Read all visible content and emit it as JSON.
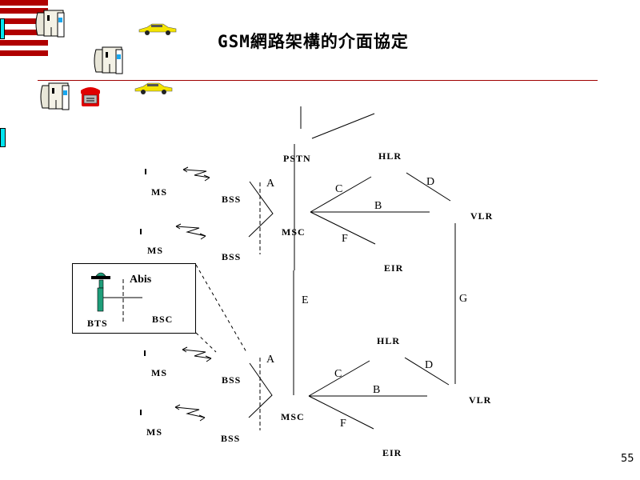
{
  "slide": {
    "title": "GSM網路架構的介面協定",
    "page_number": "55",
    "colors": {
      "accent_red": "#b00000",
      "divider": "#a00000",
      "taxi": "#f4e400",
      "phone": "#e00000",
      "tower": "#1e9e7a",
      "cyan": "#00e5f0"
    }
  },
  "decor": {
    "icons": [
      "computer-icon",
      "computer-icon",
      "computer-icon",
      "taxi-icon",
      "taxi-icon",
      "telephone-icon"
    ]
  },
  "network_top": {
    "ms": [
      "MS",
      "MS"
    ],
    "bss": [
      "BSS",
      "BSS"
    ],
    "pstn": "PSTN",
    "msc": "MSC",
    "hlr": "HLR",
    "vlr": "VLR",
    "eir": "EIR",
    "interfaces": {
      "a": "A",
      "b": "B",
      "c": "C",
      "d": "D",
      "f": "F"
    }
  },
  "bss_detail": {
    "bts": "BTS",
    "bsc": "BSC",
    "abis": "Abis"
  },
  "links": {
    "e": "E",
    "g": "G"
  },
  "network_bottom": {
    "ms": [
      "MS",
      "MS"
    ],
    "bss": [
      "BSS",
      "BSS"
    ],
    "msc": "MSC",
    "hlr": "HLR",
    "vlr": "VLR",
    "eir": "EIR",
    "interfaces": {
      "a": "A",
      "b": "B",
      "c": "C",
      "d": "D",
      "f": "F"
    }
  }
}
